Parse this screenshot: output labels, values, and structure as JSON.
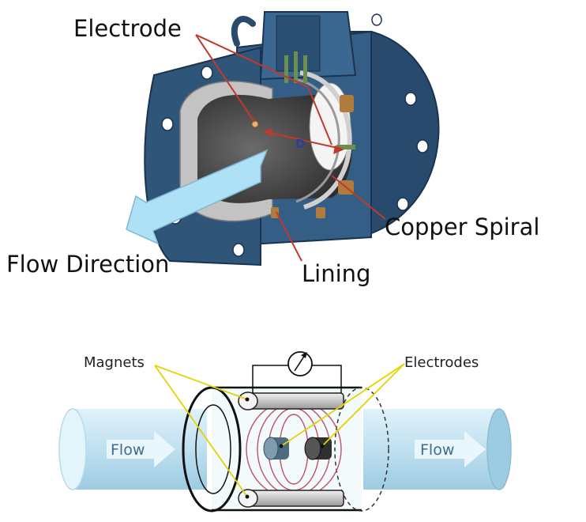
{
  "top_figure": {
    "labels": {
      "electrode": "Electrode",
      "copper_spiral": "Copper Spiral",
      "flow_direction": "Flow Direction",
      "lining": "Lining",
      "diameter": "D"
    },
    "colors": {
      "body": "#2f5579",
      "body_dark": "#1f3d5c",
      "lining": "#bdbdbd",
      "bore": "#3c3c3c",
      "arrow": "#aee0f6",
      "leader": "#c0392b",
      "copper": "#b27b3e"
    }
  },
  "bottom_figure": {
    "labels": {
      "magnets": "Magnets",
      "electrodes": "Electrodes",
      "flow_left": "Flow",
      "flow_right": "Flow"
    },
    "colors": {
      "pipe": "#c9e6f3",
      "leader": "#e2d400",
      "coil": "#c0506a",
      "arrow": "#e9f6fc"
    }
  }
}
